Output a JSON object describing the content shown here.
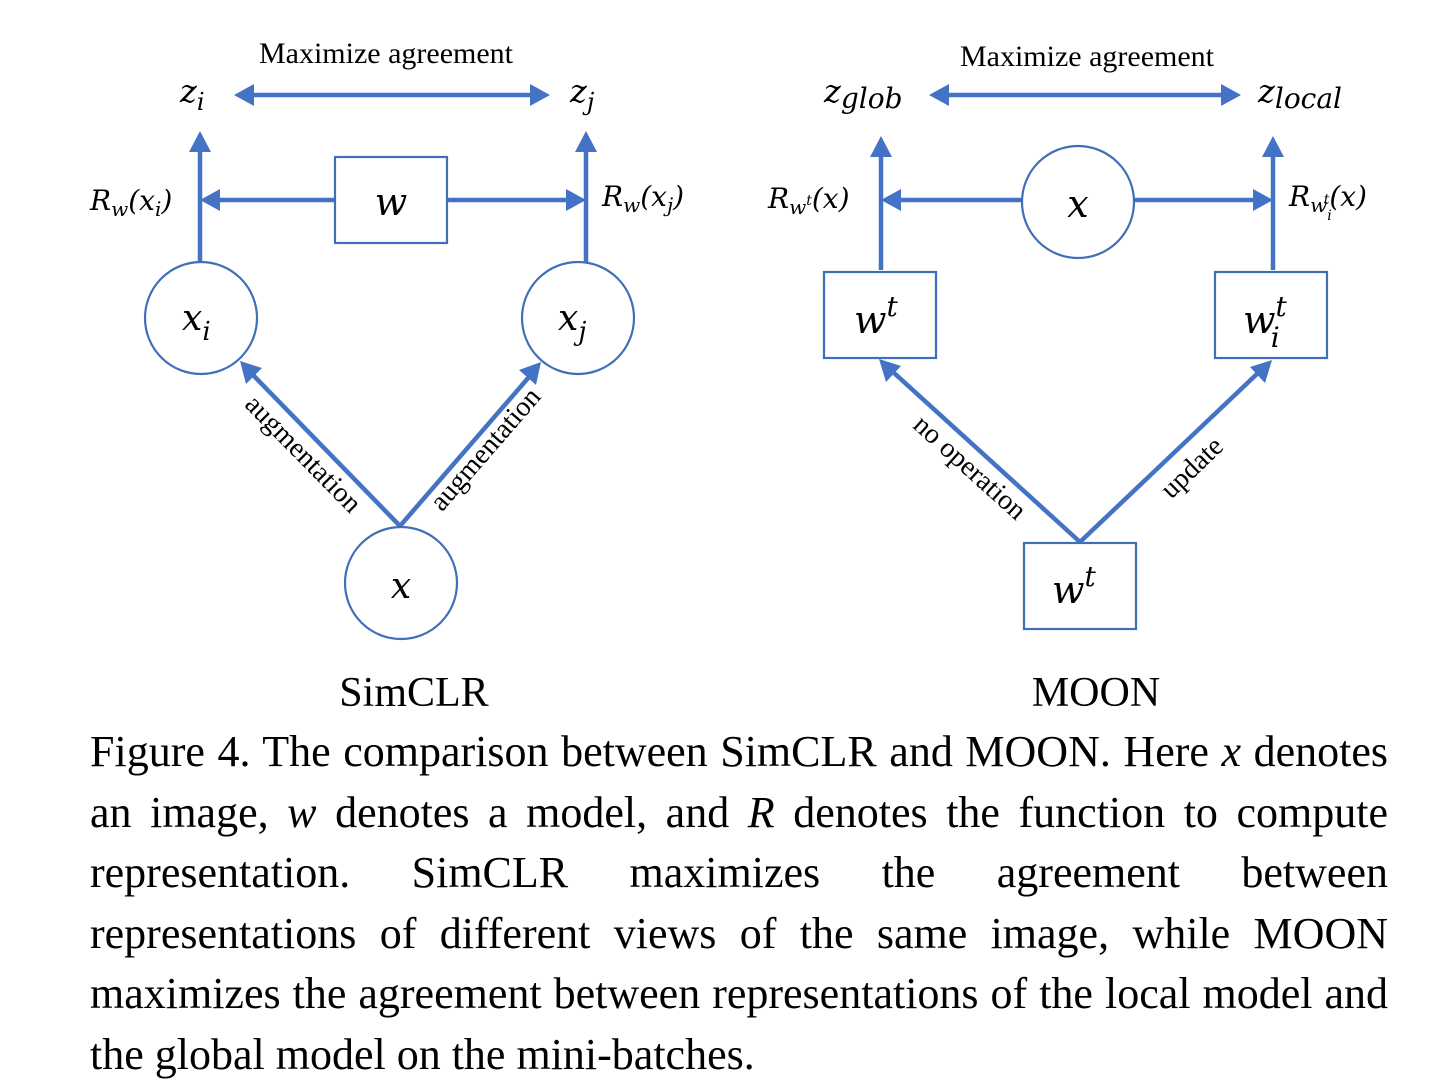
{
  "simclr": {
    "label": "SimCLR",
    "agreement": "Maximize agreement",
    "z_left": {
      "base": "z",
      "sub": "i"
    },
    "z_right": {
      "base": "z",
      "sub": "j"
    },
    "r_left": {
      "base": "R",
      "sub": "w",
      "arg": "(x",
      "argsub": "i",
      "close": ")"
    },
    "r_right": {
      "base": "R",
      "sub": "w",
      "arg": "(x",
      "argsub": "j",
      "close": ")"
    },
    "model": "w",
    "view_left": {
      "base": "x",
      "sub": "i"
    },
    "view_right": {
      "base": "x",
      "sub": "j"
    },
    "input": "x",
    "edge_left": "augmentation",
    "edge_right": "augmentation"
  },
  "moon": {
    "label": "MOON",
    "agreement": "Maximize agreement",
    "z_left": {
      "base": "z",
      "sub": "glob"
    },
    "z_right": {
      "base": "z",
      "sub": "local"
    },
    "r_left": {
      "base": "R",
      "sub": "w",
      "subsup": "t",
      "arg": "(x)"
    },
    "r_right": {
      "base": "R",
      "sub": "w",
      "subsub": "i",
      "subsup": "t",
      "arg": "(x)"
    },
    "input": "x",
    "model_left": {
      "base": "w",
      "sup": "t"
    },
    "model_right": {
      "base": "w",
      "sup": "t",
      "sub": "i"
    },
    "model_bottom": {
      "base": "w",
      "sup": "t"
    },
    "edge_left": "no operation",
    "edge_right": "update"
  },
  "caption": {
    "prefix": "Figure 4. The comparison between SimCLR and MOON. Here ",
    "var1": "x",
    "mid1": " denotes an image, ",
    "var2": "w",
    "mid2": " denotes a model, and ",
    "var3": "R",
    "rest": " denotes the function to compute representation. SimCLR maximizes the agreement between representations of different views of the same image, while MOON maximizes the agreement between representations of the local model and the global model on the mini-batches."
  },
  "colors": {
    "arrow": "#4472c4",
    "shape_border": "#3f6fb8",
    "text": "#000000",
    "background": "#ffffff"
  }
}
